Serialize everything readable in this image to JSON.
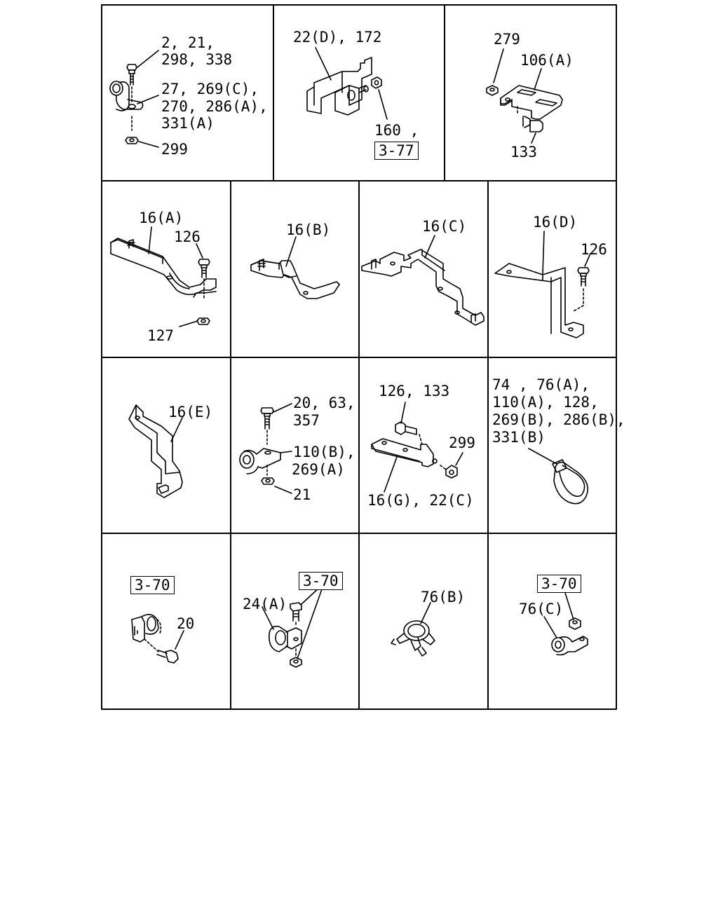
{
  "diagram": {
    "row1": {
      "c1": {
        "label_a": [
          "2, 21,",
          "298, 338"
        ],
        "label_b": [
          "27, 269(C),",
          "270, 286(A),",
          "331(A)"
        ],
        "label_c": "299"
      },
      "c2": {
        "label_a": "22(D), 172",
        "label_b": "160 ,",
        "ref_box": "3-77"
      },
      "c3": {
        "label_a": "279",
        "label_b": "106(A)",
        "label_c": "133"
      }
    },
    "row2": {
      "c1": {
        "label_a": "16(A)",
        "label_b": "126",
        "label_c": "127"
      },
      "c2": {
        "label_a": "16(B)"
      },
      "c3": {
        "label_a": "16(C)"
      },
      "c4": {
        "label_a": "16(D)",
        "label_b": "126"
      }
    },
    "row3": {
      "c1": {
        "label_a": "16(E)"
      },
      "c2": {
        "label_a": [
          "20, 63,",
          "357"
        ],
        "label_b": [
          "110(B),",
          "269(A)"
        ],
        "label_c": "21"
      },
      "c3": {
        "label_a": "126, 133",
        "label_b": "299",
        "label_c": "16(G), 22(C)"
      },
      "c4": {
        "label_a": [
          "74 , 76(A),",
          "110(A), 128,",
          "269(B), 286(B),",
          "331(B)"
        ]
      }
    },
    "row4": {
      "c1": {
        "ref_box": "3-70",
        "label_a": "20"
      },
      "c2": {
        "ref_box": "3-70",
        "label_a": "24(A)"
      },
      "c3": {
        "label_a": "76(B)"
      },
      "c4": {
        "ref_box": "3-70",
        "label_a": "76(C)"
      }
    }
  }
}
